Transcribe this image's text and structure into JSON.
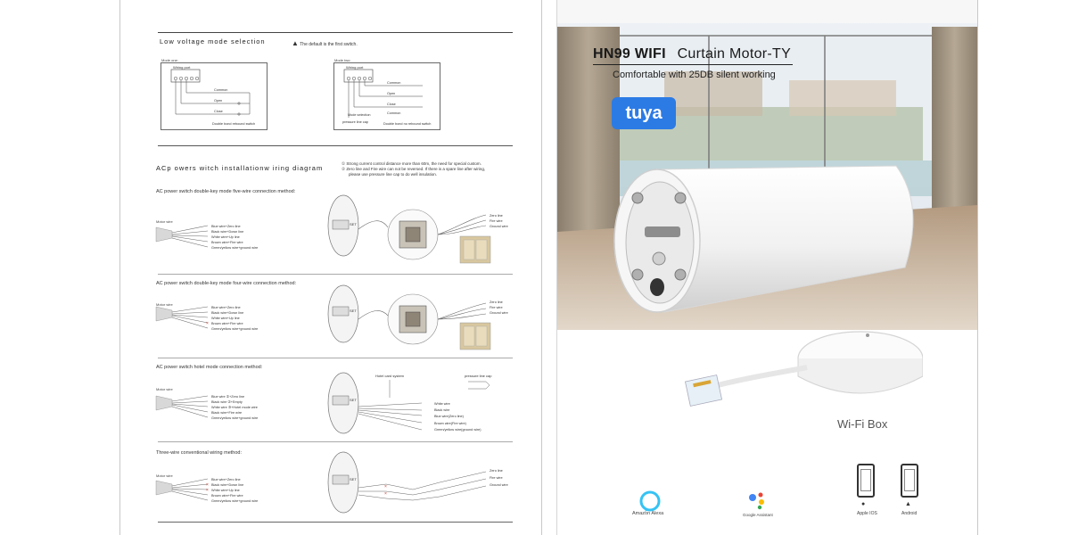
{
  "left_page": {
    "low_voltage": {
      "title": "Low voltage mode selection",
      "note": "The default is the first switch.",
      "mode_one": {
        "label": "Mode  one:",
        "wiring_port": "Wiring port",
        "common": "Common",
        "open": "Open",
        "close": "Close",
        "switch": "Double bond rebound switch"
      },
      "mode_two": {
        "label": "Mode  two:",
        "wiring_port": "Wiring port",
        "common": "Common",
        "open": "Open",
        "close": "Close",
        "mode_selection": "Mode selection",
        "pressure_line_cap": "pressure line cap",
        "switch": "Double bond no rebound switch"
      }
    },
    "ac_section": {
      "title": "ACp owers witch installationw iring diagram",
      "notes": [
        "Strong current control distance more than 60m, the need for special custom.",
        "Zero line and Fire wire can not be reversed. If there is a spare line after wiring,",
        "please use pressure line cap to do well insulation."
      ]
    },
    "diagrams": [
      {
        "title": "AC power switch double-key mode five-wire connection method:",
        "motor_wire": "Motor wire",
        "wires": [
          "Blue wire+Zero line",
          "Black wire+Down line",
          "White wire+Up line",
          "Brown wire+Fire wire",
          "Green/yellow wire+ground wire"
        ],
        "right_labels": [
          "Zero line",
          "Fire wire",
          "Ground wire"
        ]
      },
      {
        "title": "AC power switch double-key mode four-wire connection method:",
        "motor_wire": "Motor wire",
        "wires": [
          "Blue wire+Zero line",
          "Black wire+Down line",
          "White wire+Up line",
          "Brown wire+Fire wire",
          "Green/yellow wire+ground wire"
        ],
        "right_labels": [
          "Zero line",
          "Fire wire",
          "Ground wire"
        ]
      },
      {
        "title": "AC power switch hotel mode connection method:",
        "motor_wire": "Motor wire",
        "wires": [
          "Blue wire ①+Zero line",
          "Black wire ②+Empty",
          "White wire ③+Hotel mode wire",
          "Black wire+Fire wire",
          "Green/yellow wire+ground wire"
        ],
        "hotel_card": "Hotel card system",
        "pressure_cap": "pressure line cap",
        "right_labels": [
          "White wire",
          "Black wire",
          "Blue wire(Zero line)",
          "Brown wire(Fire wire)",
          "Green/yellow wire(ground wire)"
        ]
      },
      {
        "title": "Three-wire conventional wiring method:",
        "motor_wire": "Motor wire",
        "wires": [
          "Blue wire+Zero line",
          "Black wire+Down line",
          "White wire+Up line",
          "Brown wire+Fire wire",
          "Green/yellow wire+ground wire"
        ],
        "right_labels": [
          "Zero line",
          "Fire wire",
          "Ground wire"
        ]
      }
    ]
  },
  "right_page": {
    "product_name": "HN99 WIFI",
    "product_type": "Curtain Motor-TY",
    "tagline": "Comfortable with 25DB silent working",
    "brand_logo": "tuya",
    "wifi_box_label": "Wi-Fi Box",
    "platforms": [
      {
        "label": "Amazon Alexa",
        "icon": "alexa-icon"
      },
      {
        "label": "Google Assistant",
        "icon": "google-assistant-icon"
      },
      {
        "label": "Apple IOS",
        "icon": "apple-phone-icon"
      },
      {
        "label": "Android",
        "icon": "android-phone-icon"
      }
    ]
  },
  "colors": {
    "tuya_blue": "#2c7be5",
    "dark_text": "#222222",
    "switch_tan": "#d8c79f"
  }
}
